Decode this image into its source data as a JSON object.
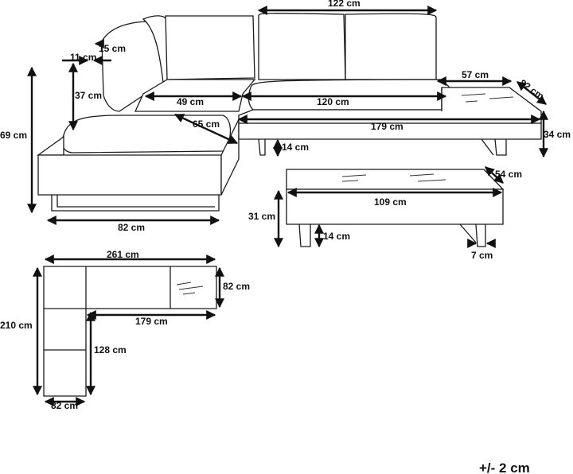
{
  "diagram": {
    "corner_view": {
      "total_height": "69 cm",
      "arm_width": "11 cm",
      "back_cushion": "15 cm",
      "back_height": "37 cm",
      "seat_depth_left": "49 cm",
      "seat_depth_diag": "65 cm",
      "module_width": "82 cm"
    },
    "sofa_view": {
      "back_width": "122 cm",
      "platform_width": "57 cm",
      "platform_depth": "82 cm",
      "seat_width": "120 cm",
      "total_width": "179 cm",
      "leg_height": "14 cm",
      "height": "34 cm"
    },
    "table_view": {
      "depth": "54 cm",
      "width": "109 cm",
      "height": "31 cm",
      "leg_height": "14 cm",
      "leg_width": "7 cm"
    },
    "plan_view": {
      "total_width": "261 cm",
      "total_depth": "210 cm",
      "right_depth": "82 cm",
      "right_length": "179 cm",
      "left_length": "128 cm",
      "left_width": "82 cm"
    },
    "tolerance": "+/- 2 cm"
  }
}
